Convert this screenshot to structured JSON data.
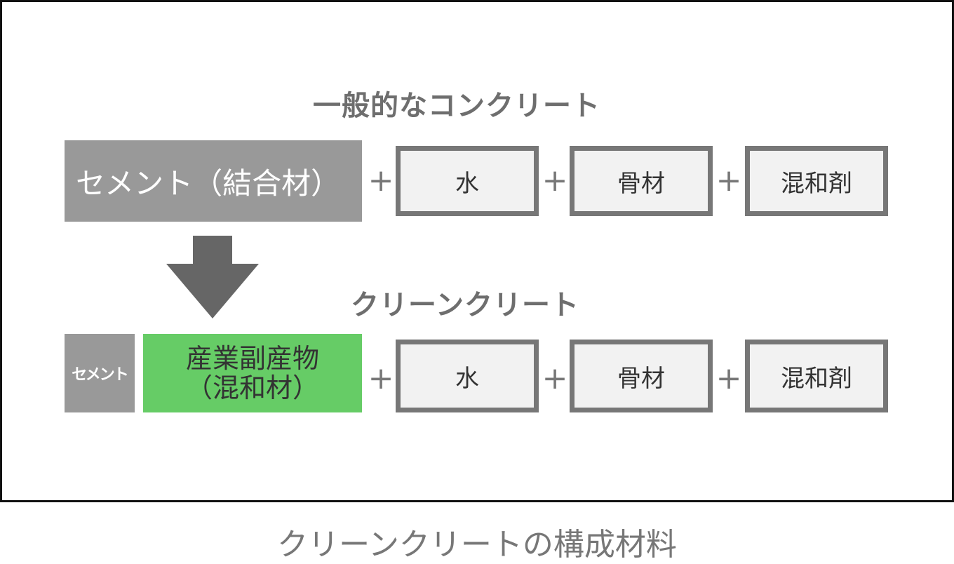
{
  "headings": {
    "general": "一般的なコンクリート",
    "clean": "クリーンクリート"
  },
  "general_row": {
    "cement": "セメント（結合材）",
    "plus": "+",
    "items": [
      "水",
      "骨材",
      "混和剤"
    ]
  },
  "clean_row": {
    "cement": "セメント",
    "byproduct_line1": "産業副産物",
    "byproduct_line2": "（混和材）",
    "plus": "+",
    "items": [
      "水",
      "骨材",
      "混和剤"
    ]
  },
  "caption": "クリーンクリートの構成材料",
  "colors": {
    "cement_gray": "#999999",
    "byproduct_green": "#66cc66",
    "box_border": "#777777",
    "box_fill": "#f2f2f2",
    "heading_gray": "#6e6e6e",
    "arrow_gray": "#666666"
  },
  "icons": {
    "transition": "down-arrow-icon"
  }
}
